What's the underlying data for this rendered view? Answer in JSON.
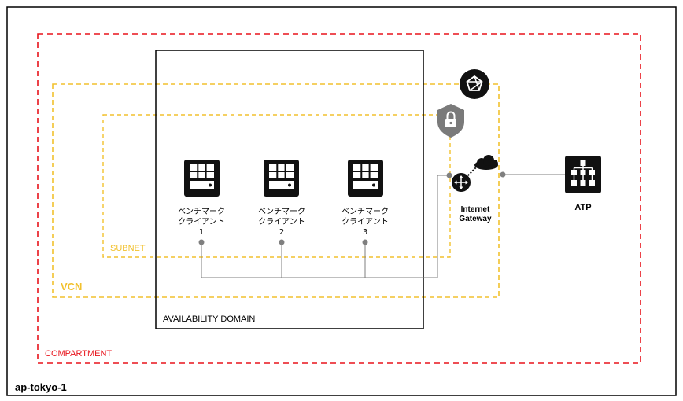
{
  "region": {
    "label": "ap-tokyo-1"
  },
  "compartment": {
    "label": "COMPARTMENT"
  },
  "vcn": {
    "label": "VCN"
  },
  "subnet": {
    "label": "SUBNET"
  },
  "availability_domain": {
    "label": "AVAILABILITY DOMAIN"
  },
  "clients": [
    {
      "line1": "ベンチマーク",
      "line2": "クライアント",
      "line3": "1",
      "icon": "server-icon"
    },
    {
      "line1": "ベンチマーク",
      "line2": "クライアント",
      "line3": "2",
      "icon": "server-icon"
    },
    {
      "line1": "ベンチマーク",
      "line2": "クライアント",
      "line3": "3",
      "icon": "server-icon"
    }
  ],
  "gateway": {
    "line1": "Internet",
    "line2": "Gateway",
    "icon": "router-icon"
  },
  "cloud": {
    "icon": "cloud-icon"
  },
  "atp": {
    "label": "ATP",
    "icon": "database-structure-icon"
  },
  "security_list": {
    "icon": "shield-lock-icon"
  },
  "route_table": {
    "icon": "network-router-icon"
  },
  "colors": {
    "compartment": "#e8141c",
    "vcn": "#f2c12e",
    "subnet": "#f2c12e",
    "region_border": "#000000",
    "icon_dark": "#111111",
    "shield": "#7a7a7a",
    "connector": "#7f7f7f"
  }
}
